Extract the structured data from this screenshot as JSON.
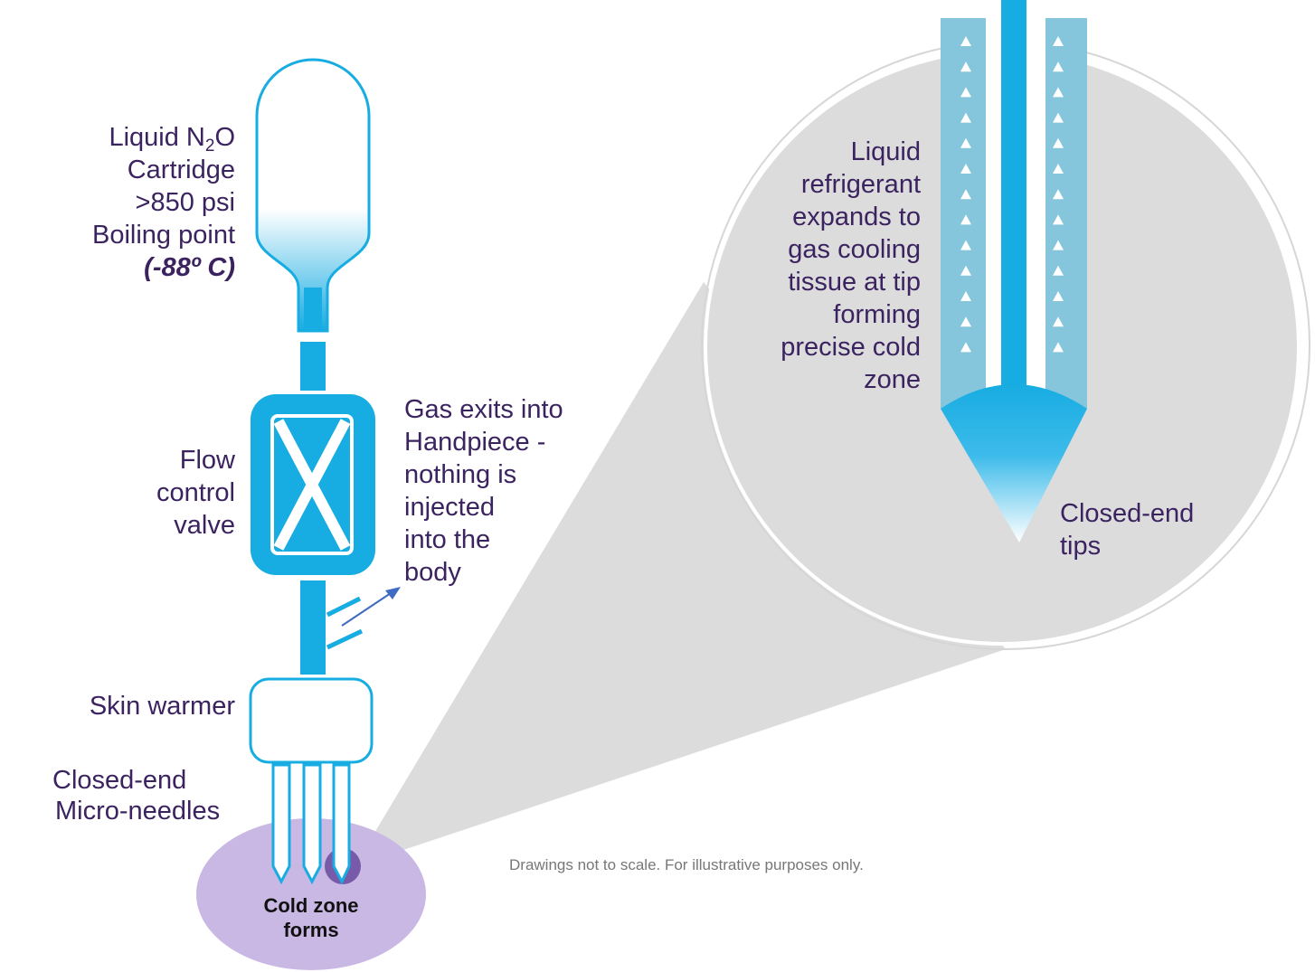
{
  "labels": {
    "cartridge": {
      "line1_pre": "Liquid N",
      "line1_sub": "2",
      "line1_post": "O",
      "line2": "Cartridge",
      "line3": ">850 psi",
      "line4": "Boiling point",
      "line5": "(-88º C)"
    },
    "valve": [
      "Flow",
      "control",
      "valve"
    ],
    "gas_exit": [
      "Gas exits into",
      "Handpiece -",
      "nothing is",
      "injected",
      "into the",
      "body"
    ],
    "skin_warmer": "Skin warmer",
    "needles": [
      "Closed-end",
      "Micro-needles"
    ],
    "cold_zone": [
      "Cold zone",
      "forms"
    ],
    "refrigerant": [
      "Liquid",
      "refrigerant",
      "expands to",
      "gas cooling",
      "tissue at tip",
      "forming",
      "precise cold",
      "zone"
    ],
    "tips": [
      "Closed-end",
      "tips"
    ],
    "disclaimer": "Drawings not to scale. For illustrative purposes only."
  },
  "colors": {
    "blue": "#17ace2",
    "light_blue": "#86c6dc",
    "purple_text": "#3b2360",
    "lavender": "#c9b8e4",
    "gray_zoom": "#dcdcdc",
    "arrow_blue": "#3f6bc4"
  },
  "icons": [
    "cartridge-icon",
    "flow-valve-icon",
    "skin-warmer-icon",
    "micro-needle-icon",
    "gas-exit-arrow-icon",
    "needle-tip-icon",
    "flow-arrow-icon"
  ]
}
